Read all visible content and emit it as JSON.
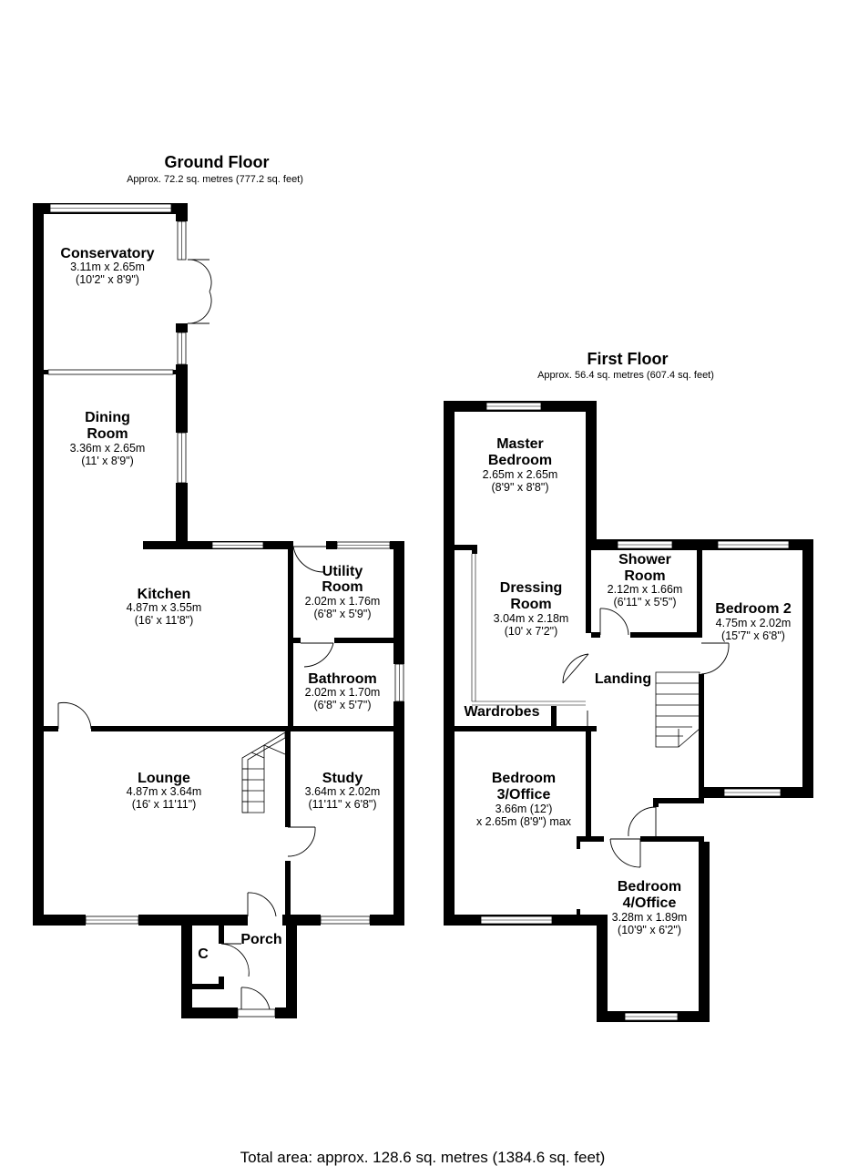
{
  "ground_floor": {
    "title": "Ground Floor",
    "area": "Approx. 72.2 sq. metres (777.2 sq. feet)",
    "rooms": {
      "conservatory": {
        "name": "Conservatory",
        "metric": "3.11m x 2.65m",
        "imperial": "(10'2\" x 8'9\")"
      },
      "dining": {
        "name1": "Dining",
        "name2": "Room",
        "metric": "3.36m x 2.65m",
        "imperial": "(11' x 8'9\")"
      },
      "kitchen": {
        "name": "Kitchen",
        "metric": "4.87m x 3.55m",
        "imperial": "(16' x 11'8\")"
      },
      "utility": {
        "name1": "Utility",
        "name2": "Room",
        "metric": "2.02m x 1.76m",
        "imperial": "(6'8\" x 5'9\")"
      },
      "bathroom": {
        "name": "Bathroom",
        "metric": "2.02m x 1.70m",
        "imperial": "(6'8\" x 5'7\")"
      },
      "lounge": {
        "name": "Lounge",
        "metric": "4.87m x 3.64m",
        "imperial": "(16' x 11'11\")"
      },
      "study": {
        "name": "Study",
        "metric": "3.64m x 2.02m",
        "imperial": "(11'11\" x 6'8\")"
      },
      "porch": {
        "name": "Porch"
      },
      "cupboard": {
        "name": "C"
      }
    }
  },
  "first_floor": {
    "title": "First Floor",
    "area": "Approx. 56.4 sq. metres (607.4 sq. feet)",
    "rooms": {
      "master": {
        "name1": "Master",
        "name2": "Bedroom",
        "metric": "2.65m x 2.65m",
        "imperial": "(8'9\" x 8'8\")"
      },
      "dressing": {
        "name1": "Dressing",
        "name2": "Room",
        "metric": "3.04m x 2.18m",
        "imperial": "(10' x 7'2\")"
      },
      "wardrobes": {
        "name": "Wardrobes"
      },
      "shower": {
        "name1": "Shower",
        "name2": "Room",
        "metric": "2.12m x 1.66m",
        "imperial": "(6'11\" x 5'5\")"
      },
      "bedroom2": {
        "name": "Bedroom 2",
        "metric": "4.75m x 2.02m",
        "imperial": "(15'7\" x 6'8\")"
      },
      "landing": {
        "name": "Landing"
      },
      "bedroom3": {
        "name1": "Bedroom",
        "name2": "3/Office",
        "metric": "3.66m (12')",
        "imperial": "x 2.65m (8'9\") max"
      },
      "bedroom4": {
        "name1": "Bedroom",
        "name2": "4/Office",
        "metric": "3.28m x 1.89m",
        "imperial": "(10'9\" x 6'2\")"
      }
    }
  },
  "total_area": "Total area: approx. 128.6 sq. metres (1384.6 sq. feet)"
}
